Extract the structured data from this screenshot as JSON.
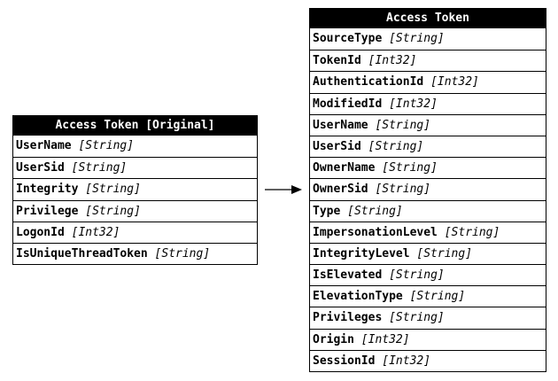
{
  "diagram": {
    "original": {
      "title": "Access Token [Original]",
      "fields": [
        {
          "name": "UserName",
          "type": "[String]"
        },
        {
          "name": "UserSid",
          "type": "[String]"
        },
        {
          "name": "Integrity",
          "type": "[String]"
        },
        {
          "name": "Privilege",
          "type": "[String]"
        },
        {
          "name": "LogonId",
          "type": "[Int32]"
        },
        {
          "name": "IsUniqueThreadToken",
          "type": "[String]"
        }
      ]
    },
    "target": {
      "title": "Access Token",
      "fields": [
        {
          "name": "SourceType",
          "type": "[String]"
        },
        {
          "name": "TokenId",
          "type": "[Int32]"
        },
        {
          "name": "AuthenticationId",
          "type": "[Int32]"
        },
        {
          "name": "ModifiedId",
          "type": "[Int32]"
        },
        {
          "name": "UserName",
          "type": "[String]"
        },
        {
          "name": "UserSid",
          "type": "[String]"
        },
        {
          "name": "OwnerName",
          "type": "[String]"
        },
        {
          "name": "OwnerSid",
          "type": "[String]"
        },
        {
          "name": "Type",
          "type": "[String]"
        },
        {
          "name": "ImpersonationLevel",
          "type": "[String]"
        },
        {
          "name": "IntegrityLevel",
          "type": "[String]"
        },
        {
          "name": "IsElevated",
          "type": "[String]"
        },
        {
          "name": "ElevationType",
          "type": "[String]"
        },
        {
          "name": "Privileges",
          "type": "[String]"
        },
        {
          "name": "Origin",
          "type": "[Int32]"
        },
        {
          "name": "SessionId",
          "type": "[Int32]"
        }
      ]
    },
    "colors": {
      "header_bg": "#000000",
      "header_text": "#ffffff",
      "border": "#000000"
    }
  }
}
